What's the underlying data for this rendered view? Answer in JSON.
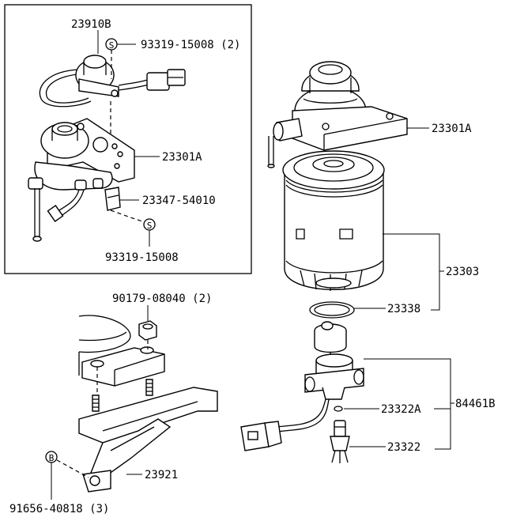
{
  "labels": {
    "p23910B": "23910B",
    "p93319_15008_2": "93319-15008 (2)",
    "p23301A_inset": "23301A",
    "p23347_54010": "23347-54010",
    "p93319_15008": "93319-15008",
    "p23301A": "23301A",
    "p23303": "23303",
    "p23338": "23338",
    "p23322A": "23322A",
    "p84461B": "84461B",
    "p23322": "23322",
    "p90179_08040_2": "90179-08040 (2)",
    "p23921": "23921",
    "p91656_40818_3": "91656-40818 (3)",
    "symbol_s": "S",
    "symbol_b": "B"
  }
}
